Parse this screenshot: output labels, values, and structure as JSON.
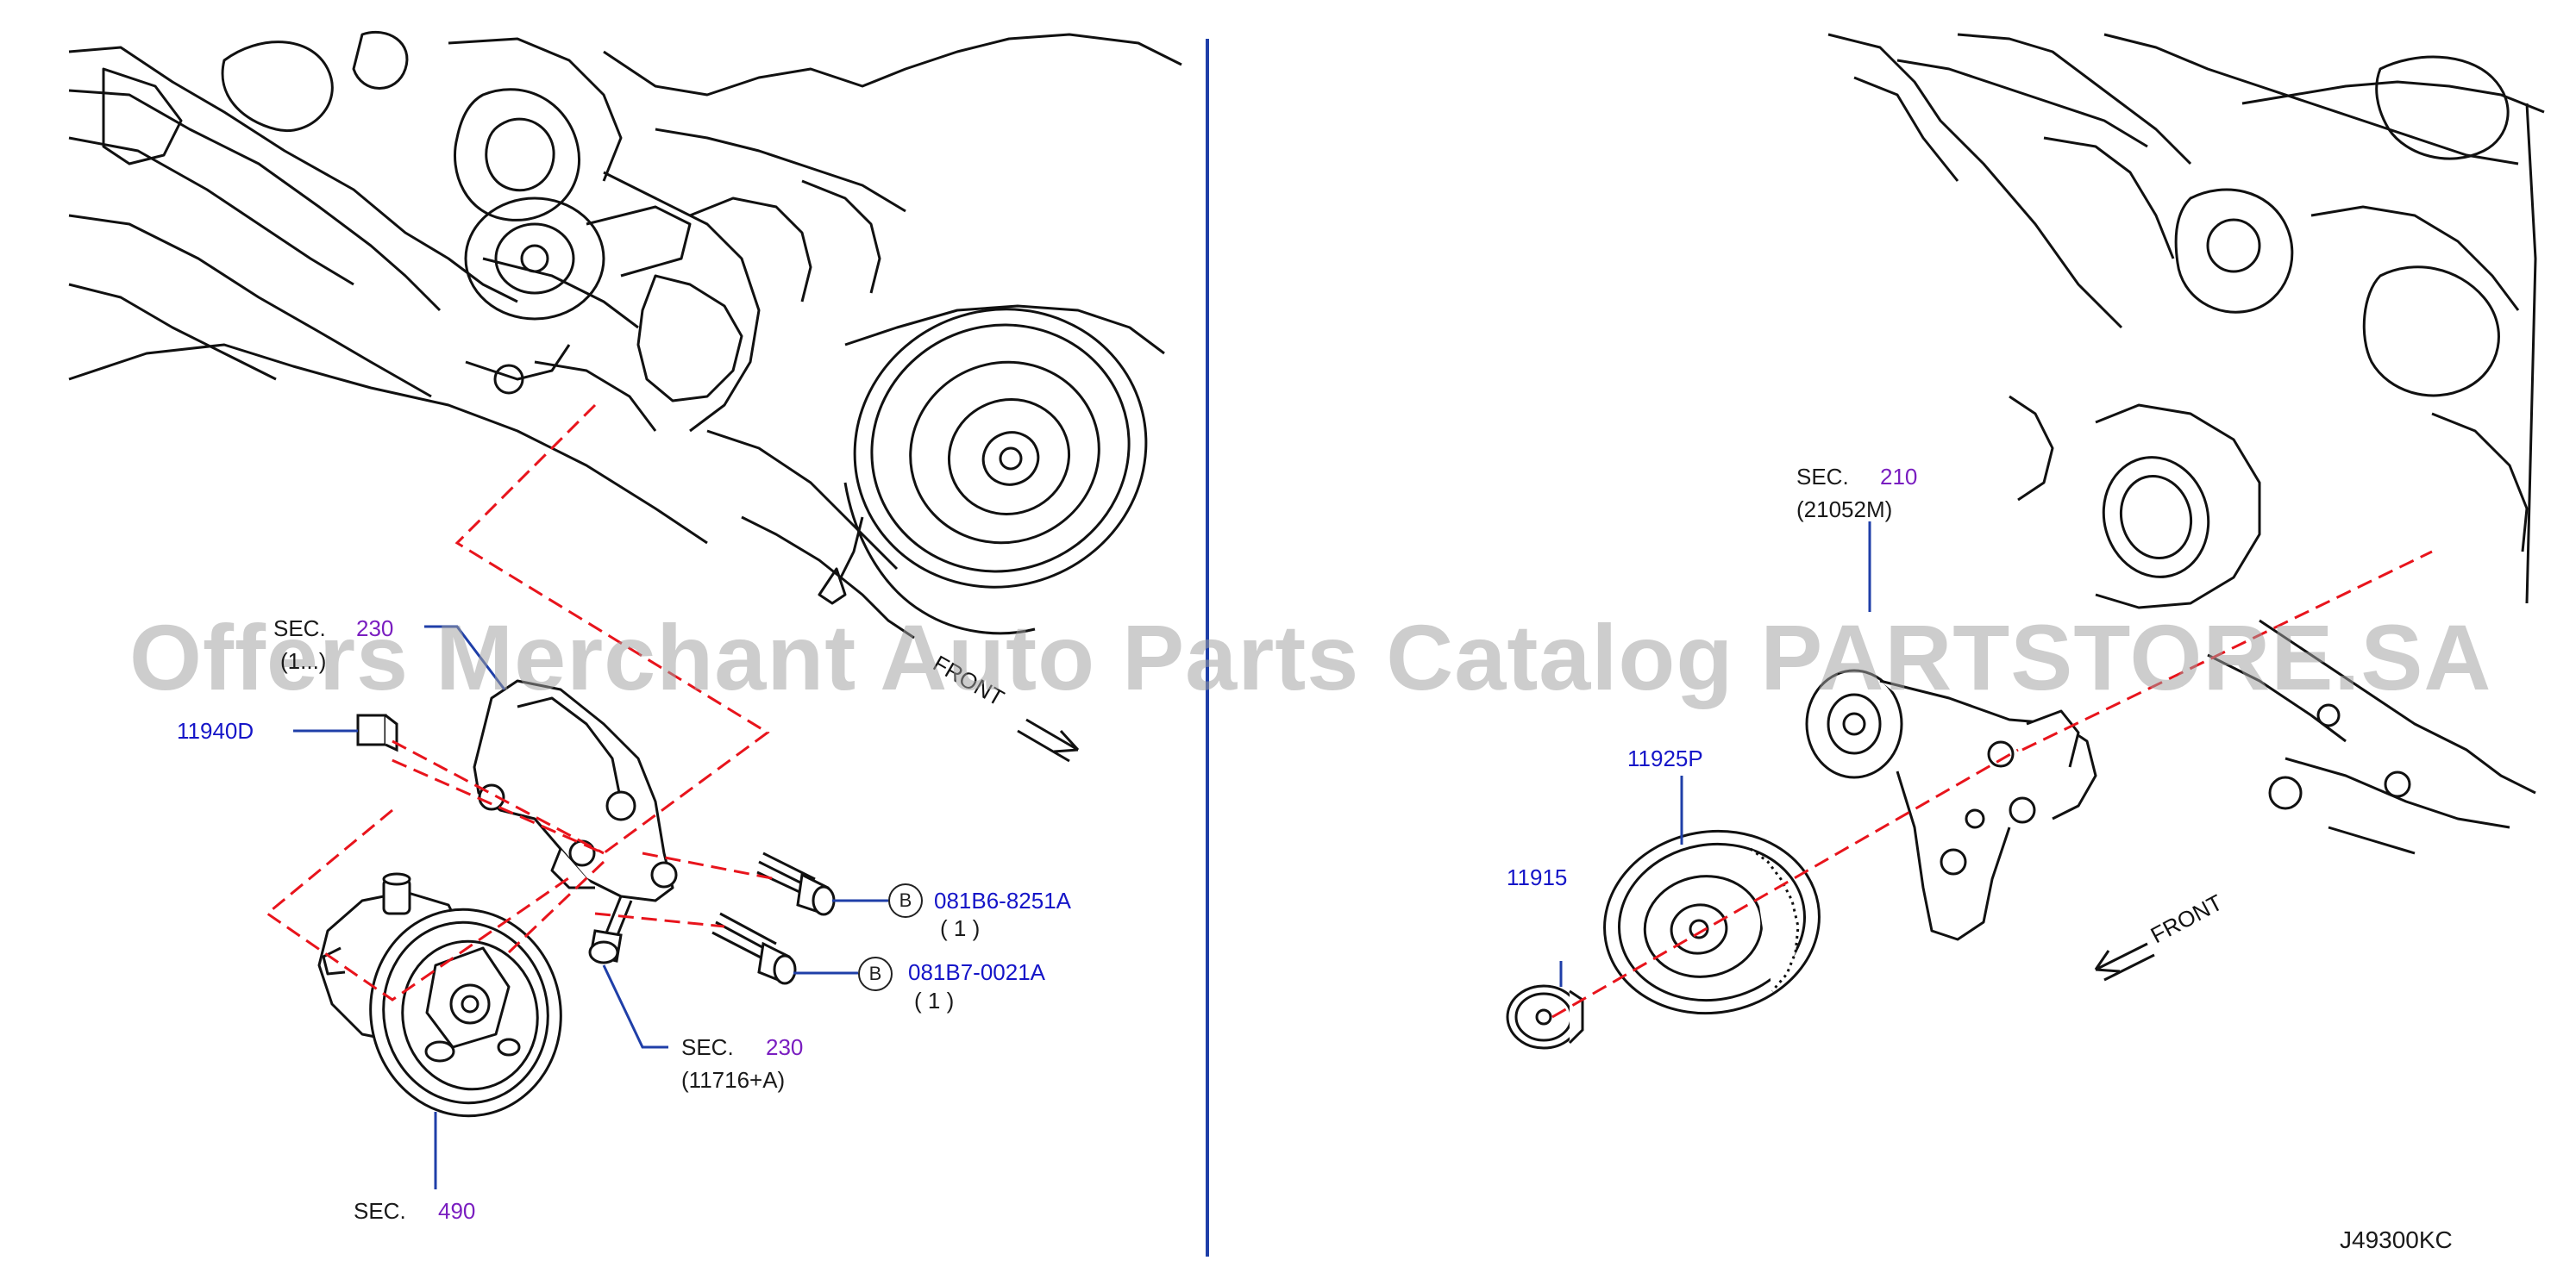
{
  "watermark": "Offers Merchant Auto Parts Catalog PARTSTORE.SA",
  "drawing_code": "J49300KC",
  "front_label": "FRONT",
  "left_view": {
    "sec_230_top": {
      "prefix": "SEC.",
      "num": "230",
      "sub": "(1...)"
    },
    "part_11940D": "11940D",
    "bolt_1": {
      "circle": "B",
      "code": "081B6-8251A",
      "qty": "( 1 )"
    },
    "bolt_2": {
      "circle": "B",
      "code": "081B7-0021A",
      "qty": "( 1 )"
    },
    "sec_230_bottom": {
      "prefix": "SEC.",
      "num": "230",
      "sub": "(11716+A)"
    },
    "sec_490": {
      "prefix": "SEC.",
      "num": "490"
    }
  },
  "right_view": {
    "sec_210": {
      "prefix": "SEC.",
      "num": "210",
      "sub": "(21052M)"
    },
    "part_11925P": "11925P",
    "part_11915": "11915"
  },
  "colors": {
    "part_number": "#1515c8",
    "section_number": "#7a1ec0",
    "divider": "#1f3fa8",
    "leader": "#1f3fa8",
    "phantom": "#e8141c",
    "linework": "#111111"
  }
}
